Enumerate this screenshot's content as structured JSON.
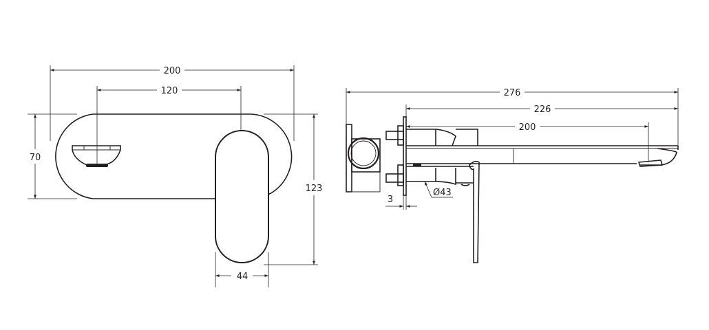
{
  "drawing": {
    "title": "Wall mixer with spout — technical dimension drawing",
    "colors": {
      "line": "#231f20",
      "background": "#ffffff"
    },
    "front_view": {
      "width_overall": "200",
      "spout_to_handle": "120",
      "plate_height": "70",
      "overall_height": "123",
      "handle_width": "44"
    },
    "side_view": {
      "overall_depth": "276",
      "projection_from_wall_plate": "226",
      "spout_reach": "200",
      "plate_thickness": "3",
      "body_diameter": "Ø43"
    }
  }
}
